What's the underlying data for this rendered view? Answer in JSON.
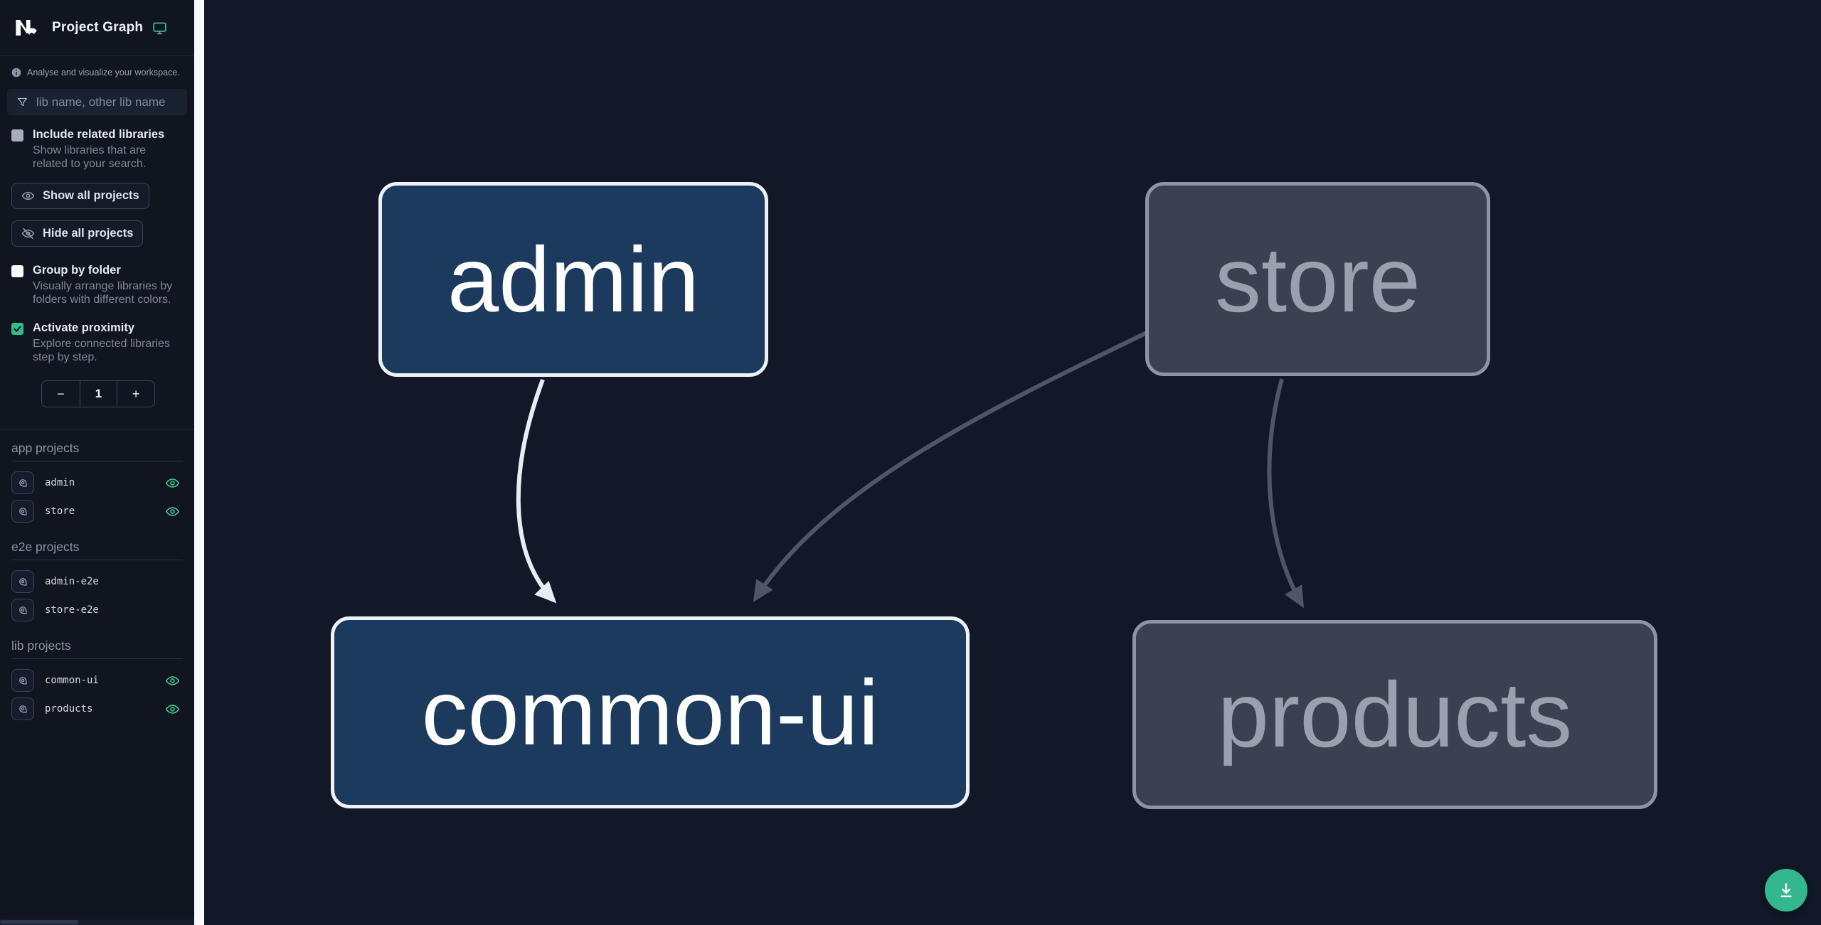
{
  "app": {
    "title": "Project Graph"
  },
  "sidebar": {
    "tagline": "Analyse and visualize your workspace.",
    "filter": {
      "placeholder": "lib name, other lib name",
      "value": ""
    },
    "checkboxes": [
      {
        "label": "Include related libraries",
        "description": "Show libraries that are related to your search.",
        "checked": false,
        "style": "gray"
      },
      {
        "label": "Group by folder",
        "description": "Visually arrange libraries by folders with different colors.",
        "checked": false,
        "style": "white"
      },
      {
        "label": "Activate proximity",
        "description": "Explore connected libraries step by step.",
        "checked": true,
        "style": "green"
      }
    ],
    "buttons": [
      {
        "label": "Show all projects",
        "icon": "eye-icon"
      },
      {
        "label": "Hide all projects",
        "icon": "eye-slash-icon"
      }
    ],
    "proximity_counter": {
      "decrement": "−",
      "value": "1",
      "increment": "+"
    },
    "sections": [
      {
        "title": "app projects",
        "items": [
          {
            "name": "admin",
            "visible": true
          },
          {
            "name": "store",
            "visible": true
          }
        ]
      },
      {
        "title": "e2e projects",
        "items": [
          {
            "name": "admin-e2e",
            "visible": false
          },
          {
            "name": "store-e2e",
            "visible": false
          }
        ]
      },
      {
        "title": "lib projects",
        "items": [
          {
            "name": "common-ui",
            "visible": true
          },
          {
            "name": "products",
            "visible": true
          }
        ]
      }
    ]
  },
  "graph": {
    "nodes": [
      {
        "id": "admin",
        "label": "admin",
        "state": "active"
      },
      {
        "id": "store",
        "label": "store",
        "state": "faded"
      },
      {
        "id": "common-ui",
        "label": "common-ui",
        "state": "active"
      },
      {
        "id": "products",
        "label": "products",
        "state": "faded"
      }
    ],
    "edges": [
      {
        "from": "admin",
        "to": "common-ui",
        "state": "active"
      },
      {
        "from": "store",
        "to": "common-ui",
        "state": "faded"
      },
      {
        "from": "store",
        "to": "products",
        "state": "faded"
      }
    ]
  },
  "fab": {
    "icon": "download-icon"
  },
  "colors": {
    "accent_green": "#33b78e",
    "eye_green": "#3ecf92",
    "node_active_fill": "#1b3a5e",
    "node_active_border": "#eef2f7",
    "node_faded_fill": "#3b4150",
    "node_faded_border": "#8d94a2",
    "edge_active": "#e9edf3",
    "edge_faded": "#4e5767",
    "sidebar_bg": "#10151f",
    "canvas_bg": "#121827"
  }
}
